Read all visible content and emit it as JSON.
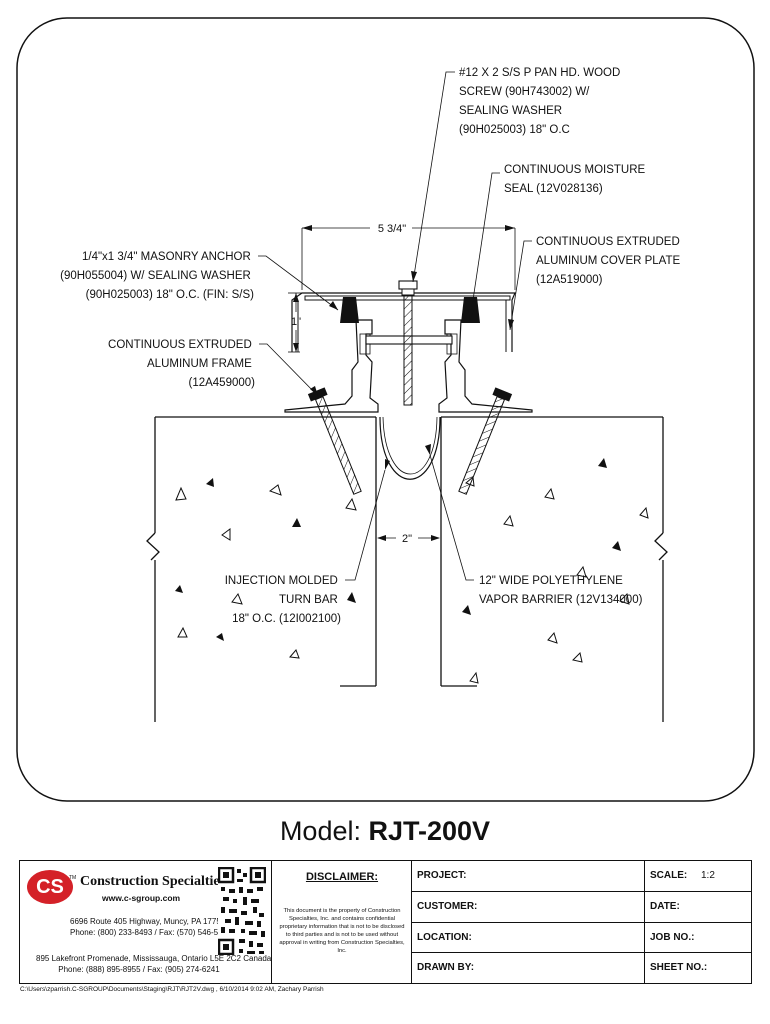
{
  "callouts": {
    "screw": [
      "#12 X 2 S/S P PAN HD. WOOD",
      "SCREW (90H743002) W/",
      "SEALING WASHER",
      "(90H025003) 18\" O.C"
    ],
    "moisture_seal": [
      "CONTINUOUS MOISTURE",
      "SEAL (12V028136)"
    ],
    "cover_plate": [
      "CONTINUOUS EXTRUDED",
      "ALUMINUM COVER PLATE",
      "(12A519000)"
    ],
    "masonry_anchor": [
      "1/4\"x1 3/4\" MASONRY ANCHOR",
      "(90H055004) W/ SEALING WASHER",
      "(90H025003) 18\" O.C. (FIN: S/S)"
    ],
    "frame": [
      "CONTINUOUS EXTRUDED",
      "ALUMINUM FRAME",
      "(12A459000)"
    ],
    "turn_bar": [
      "INJECTION MOLDED",
      "TURN BAR",
      "18\" O.C. (12I002100)"
    ],
    "vapor_barrier": [
      "12\" WIDE POLYETHYLENE",
      "VAPOR BARRIER (12V134000)"
    ]
  },
  "dimensions": {
    "width_top": "5 3/4\"",
    "height_left": "1\"",
    "gap": "2\""
  },
  "model": {
    "prefix": "Model: ",
    "name": "RJT-200V"
  },
  "company": {
    "logo_text": "CS",
    "tm": "TM",
    "name": "Construction Specialties",
    "url": "www.c-sgroup.com",
    "address_us": [
      "6696 Route 405 Highway, Muncy, PA  17756",
      "Phone: (800) 233-8493 / Fax: (570) 546-5022"
    ],
    "address_ca": [
      "895 Lakefront Promenade, Mississauga, Ontario L5E 2C2 Canada",
      "Phone: (888) 895-8955 / Fax: (905) 274-6241"
    ],
    "logo_color": "#d42128"
  },
  "disclaimer": {
    "title": "DISCLAIMER:",
    "body": "This document is the property of Construction Specialties, Inc. and contains confidential proprietary information that is not to be disclosed to third parties and is not to be used without approval in writing from Construction Specialties, Inc."
  },
  "fields": {
    "project": "PROJECT:",
    "customer": "CUSTOMER:",
    "location": "LOCATION:",
    "drawn_by": "DRAWN BY:",
    "scale": "SCALE:",
    "scale_value": "1:2",
    "date": "DATE:",
    "job_no": "JOB NO.:",
    "sheet_no": "SHEET NO.:"
  },
  "file_path": "C:\\Users\\zparrish.C-SGROUP\\Documents\\Staging\\RJT\\RJT2V.dwg , 6/10/2014 9:02 AM, Zachary Parrish"
}
